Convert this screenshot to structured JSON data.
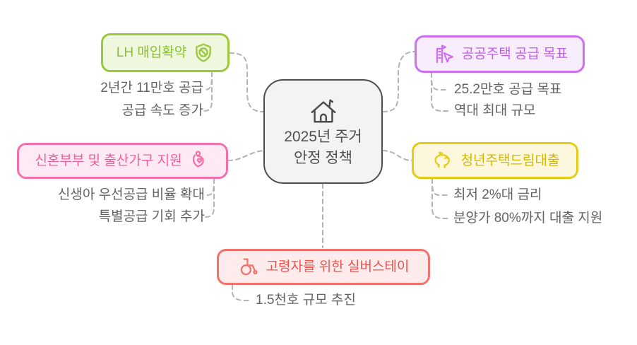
{
  "page": {
    "background": "#ffffff",
    "connector_color": "#b3b3b3",
    "leaf_text_color": "#636363"
  },
  "center": {
    "title_line1": "2025년 주거",
    "title_line2": "안정 정책",
    "icon": "house-icon",
    "border_color": "#4d4d4d",
    "fill_color": "#f3f3f3",
    "text_color": "#4f4f4f"
  },
  "branches": [
    {
      "id": "lh-purchase-commitment",
      "label": "LH 매입확약",
      "icon": "shield-icon",
      "icon_side": "right",
      "border_color": "#9aca3c",
      "fill_color": "#eff8df",
      "text_color": "#8cbf33",
      "children": [
        "2년간 11만호 공급",
        "공급 속도 증가"
      ]
    },
    {
      "id": "public-housing-supply-goal",
      "label": "공공주택 공급 목표",
      "icon": "building-cursor-icon",
      "icon_side": "left",
      "border_color": "#cd6ff0",
      "fill_color": "#f8edfc",
      "text_color": "#c45ce8",
      "children": [
        "25.2만호 공급 목표",
        "역대 최대 규모"
      ]
    },
    {
      "id": "newlyweds-childbirth-support",
      "label": "신혼부부 및 출산가구 지원",
      "icon": "pregnant-icon",
      "icon_side": "right",
      "border_color": "#f470ab",
      "fill_color": "#fdeaf4",
      "text_color": "#f25d9e",
      "children": [
        "신생아 우선공급 비율 확대",
        "특별공급 기회 추가"
      ]
    },
    {
      "id": "youth-housing-dream-loan",
      "label": "청년주택드림대출",
      "icon": "piggy-bank-icon",
      "icon_side": "left",
      "border_color": "#e4cc17",
      "fill_color": "#fdf8dd",
      "text_color": "#d2b900",
      "children": [
        "최저 2%대 금리",
        "분양가 80%까지 대출 지원"
      ]
    },
    {
      "id": "silver-stay-for-seniors",
      "label": "고령자를 위한 실버스테이",
      "icon": "wheelchair-icon",
      "icon_side": "left",
      "border_color": "#f2716b",
      "fill_color": "#fdeceb",
      "text_color": "#ef5350",
      "children": [
        "1.5천호 규모 추진"
      ]
    }
  ]
}
